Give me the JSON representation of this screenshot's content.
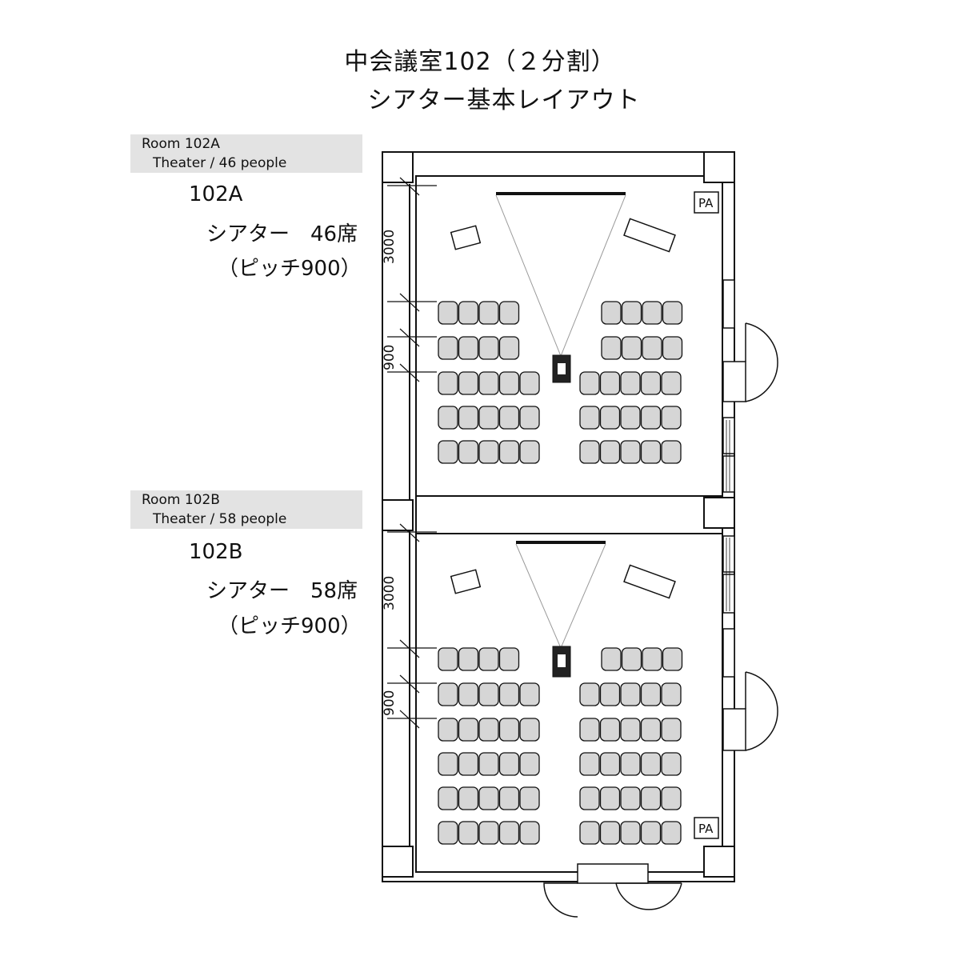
{
  "title": {
    "line1": "中会議室102（２分割）",
    "line2": "シアター基本レイアウト"
  },
  "rooms": [
    {
      "box_name": "Room 102A",
      "box_layout": "Theater / 46 people",
      "code": "102A",
      "layout_ja": "シアター　46席",
      "pitch": "（ピッチ900）",
      "dim_front": "3000",
      "dim_pitch": "900",
      "pa_label": "PA",
      "seats": 46
    },
    {
      "box_name": "Room 102B",
      "box_layout": "Theater / 58 people",
      "code": "102B",
      "layout_ja": "シアター　58席",
      "pitch": "（ピッチ900）",
      "dim_front": "3000",
      "dim_pitch": "900",
      "pa_label": "PA",
      "seats": 58
    }
  ],
  "colors": {
    "wall": "#111111",
    "seat_fill": "#d6d6d6",
    "label_box": "#e3e3e3",
    "projection_line": "#9a9a9a"
  },
  "icons": [
    "lectern-icon",
    "projector-icon",
    "screen-icon",
    "door-icon",
    "pillar-icon"
  ]
}
